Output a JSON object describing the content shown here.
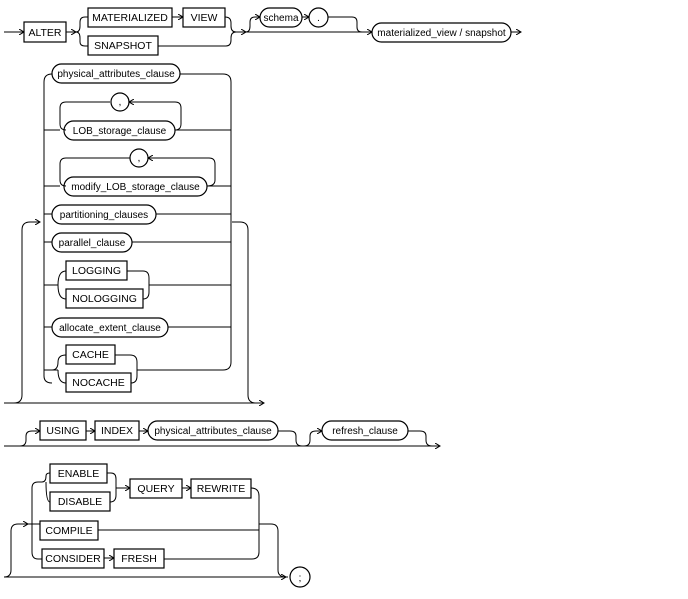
{
  "diagram": {
    "title": "ALTER MATERIALIZED VIEW syntax",
    "keywords": {
      "alter": "ALTER",
      "materialized": "MATERIALIZED",
      "view": "VIEW",
      "snapshot": "SNAPSHOT",
      "logging": "LOGGING",
      "nologging": "NOLOGGING",
      "cache": "CACHE",
      "nocache": "NOCACHE",
      "using": "USING",
      "index": "INDEX",
      "enable": "ENABLE",
      "disable": "DISABLE",
      "query": "QUERY",
      "rewrite": "REWRITE",
      "compile": "COMPILE",
      "consider": "CONSIDER",
      "fresh": "FRESH"
    },
    "nonterminals": {
      "schema": "schema",
      "dot": ".",
      "mv_name": "materialized_view / snapshot",
      "physical_attributes_clause": "physical_attributes_clause",
      "comma1": ",",
      "lob_storage_clause": "LOB_storage_clause",
      "comma2": ",",
      "modify_lob_storage_clause": "modify_LOB_storage_clause",
      "partitioning_clauses": "partitioning_clauses",
      "parallel_clause": "parallel_clause",
      "allocate_extent_clause": "allocate_extent_clause",
      "physical_attributes_clause_2": "physical_attributes_clause",
      "refresh_clause": "refresh_clause",
      "semicolon": ";"
    }
  }
}
